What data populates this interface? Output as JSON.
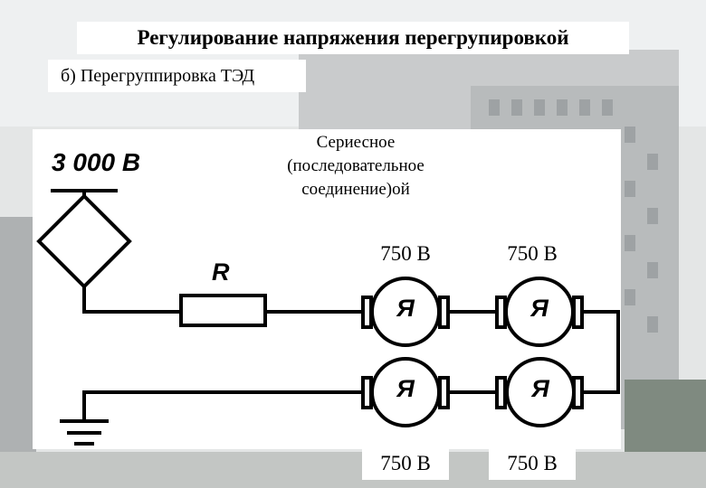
{
  "title": "Регулирование напряжения перегрупировкой",
  "subtitle": "б) Перегруппировка ТЭД",
  "caption": {
    "line1": "Сериесное",
    "line2": "(последовательное",
    "line3": "соединение)ой"
  },
  "source_voltage": "3 000 В",
  "resistor_label": "R",
  "motors": [
    {
      "label": "Я",
      "voltage": "750 В"
    },
    {
      "label": "Я",
      "voltage": "750 В"
    },
    {
      "label": "Я",
      "voltage": "750 В"
    },
    {
      "label": "Я",
      "voltage": "750 В"
    }
  ]
}
